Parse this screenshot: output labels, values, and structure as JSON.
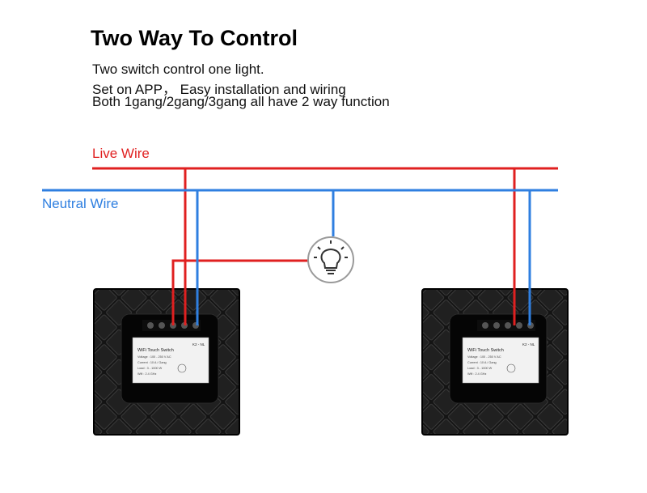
{
  "title": "Two Way To Control",
  "lines": [
    "Two switch control one light.",
    "Set on APP， Easy installation and wiring",
    "Both  1gang/2gang/3gang all have 2 way function"
  ],
  "live_wire": {
    "label": "Live Wire",
    "color": "#e02020"
  },
  "neutral_wire": {
    "label": "Neutral Wire",
    "color": "#2f7fe0"
  },
  "switch_label": {
    "title": "WiFi Touch Switch",
    "model": "K2 - NL",
    "specs": [
      "Voltage : 100 - 250 V AC",
      "Current : 10 A / Gang",
      "Load : 3 - 1000 W",
      "Wifi : 2.4 GHz"
    ]
  },
  "icons": [
    "light-bulb-icon"
  ]
}
